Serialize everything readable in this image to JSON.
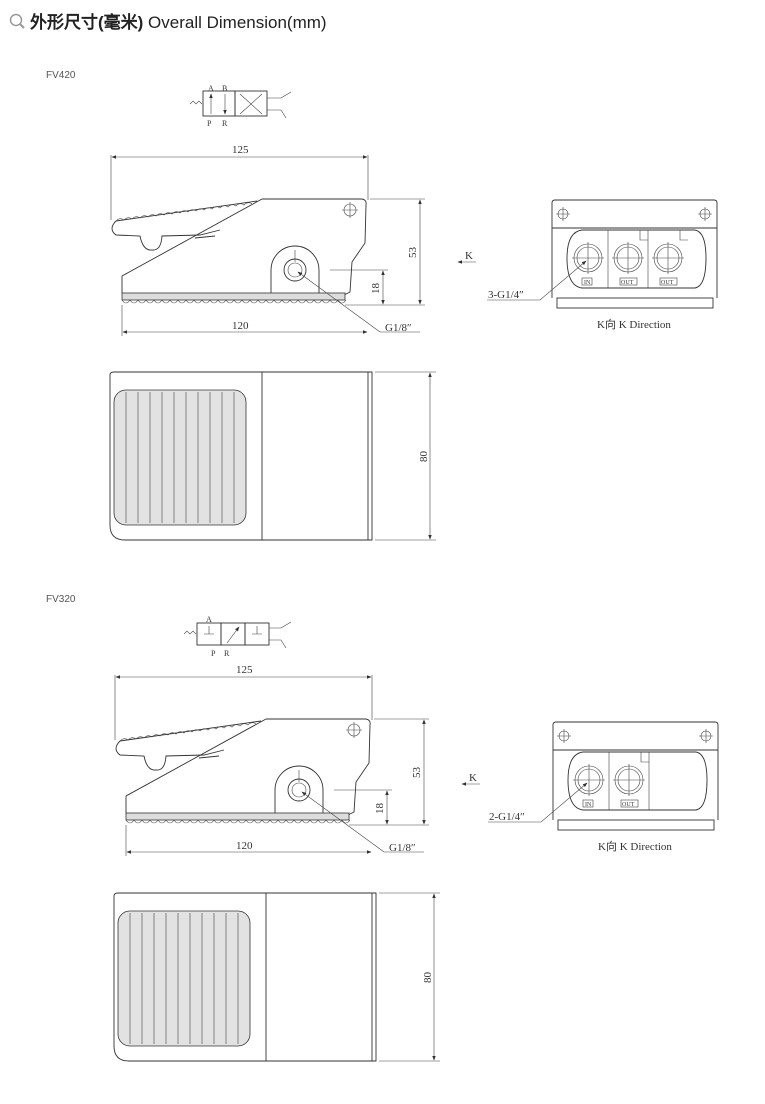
{
  "header": {
    "icon": "magnifier-icon",
    "title_cn": "外形尺寸(毫米)",
    "title_en": " Overall Dimension(mm)"
  },
  "models": [
    {
      "name": "FV420",
      "symbol": {
        "ports_top": [
          "A",
          "B"
        ],
        "ports_bottom": [
          "P",
          "R"
        ]
      },
      "side_view": {
        "length_total": "125",
        "length_base": "120",
        "height": "53",
        "port_height": "18",
        "pilot_port": "G1/8″"
      },
      "view_arrow": "K",
      "k_view": {
        "ports_label": "3-G1/4″",
        "port_tags": [
          "IN",
          "OUT",
          "OUT"
        ],
        "caption": "K向  K Direction"
      },
      "top_view": {
        "width": "80"
      }
    },
    {
      "name": "FV320",
      "symbol": {
        "ports_top": [
          "A"
        ],
        "ports_bottom": [
          "P",
          "R"
        ]
      },
      "side_view": {
        "length_total": "125",
        "length_base": "120",
        "height": "53",
        "port_height": "18",
        "pilot_port": "G1/8″"
      },
      "view_arrow": "K",
      "k_view": {
        "ports_label": "2-G1/4″",
        "port_tags": [
          "IN",
          "OUT"
        ],
        "caption": "K向  K Direction"
      },
      "top_view": {
        "width": "80"
      }
    }
  ]
}
